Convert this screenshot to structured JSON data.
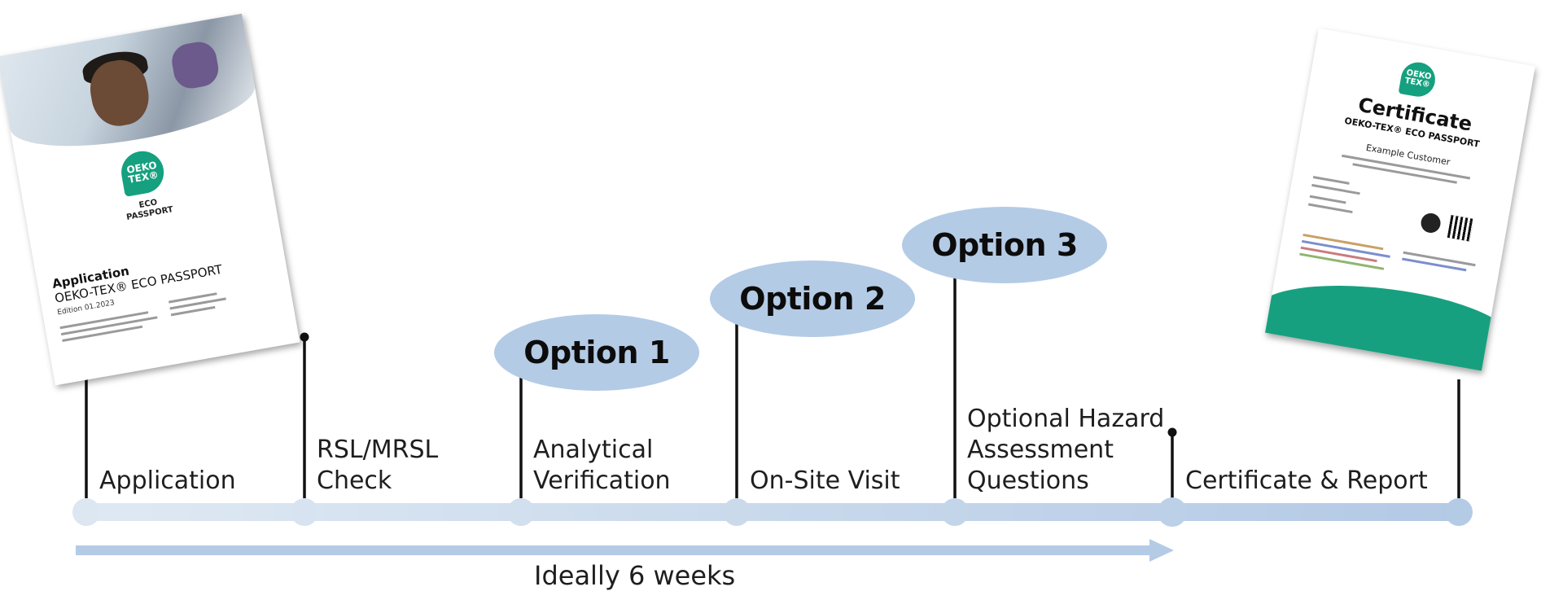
{
  "steps": [
    {
      "id": "application",
      "label": "Application"
    },
    {
      "id": "rsl",
      "label": "RSL/MRSL\nCheck"
    },
    {
      "id": "analytical",
      "label": "Analytical\nVerification"
    },
    {
      "id": "onsite",
      "label": "On-Site Visit"
    },
    {
      "id": "hazard",
      "label": "Optional Hazard\nAssessment\nQuestions"
    },
    {
      "id": "certificate",
      "label": "Certificate & Report"
    }
  ],
  "options": {
    "option1": "Option 1",
    "option2": "Option 2",
    "option3": "Option 3"
  },
  "duration": {
    "label": "Ideally 6 weeks"
  },
  "application_doc": {
    "badge_line1": "OEKO",
    "badge_line2": "TEX®",
    "product_line1": "ECO",
    "product_line2": "PASSPORT",
    "heading": "Application",
    "subheading": "OEKO-TEX® ECO PASSPORT",
    "edition": "Edition 01.2023"
  },
  "certificate_doc": {
    "badge_line1": "OEKO",
    "badge_line2": "TEX®",
    "title": "Certificate",
    "subtitle": "OEKO-TEX® ECO PASSPORT",
    "customer": "Example Customer"
  },
  "colors": {
    "bar_start": "#dde7f2",
    "bar_end": "#b4cbe6",
    "oval_fill": "#b4cbe6",
    "arrow": "#b4cbe6",
    "oeko_green": "#15a07f",
    "stem": "#111111"
  }
}
